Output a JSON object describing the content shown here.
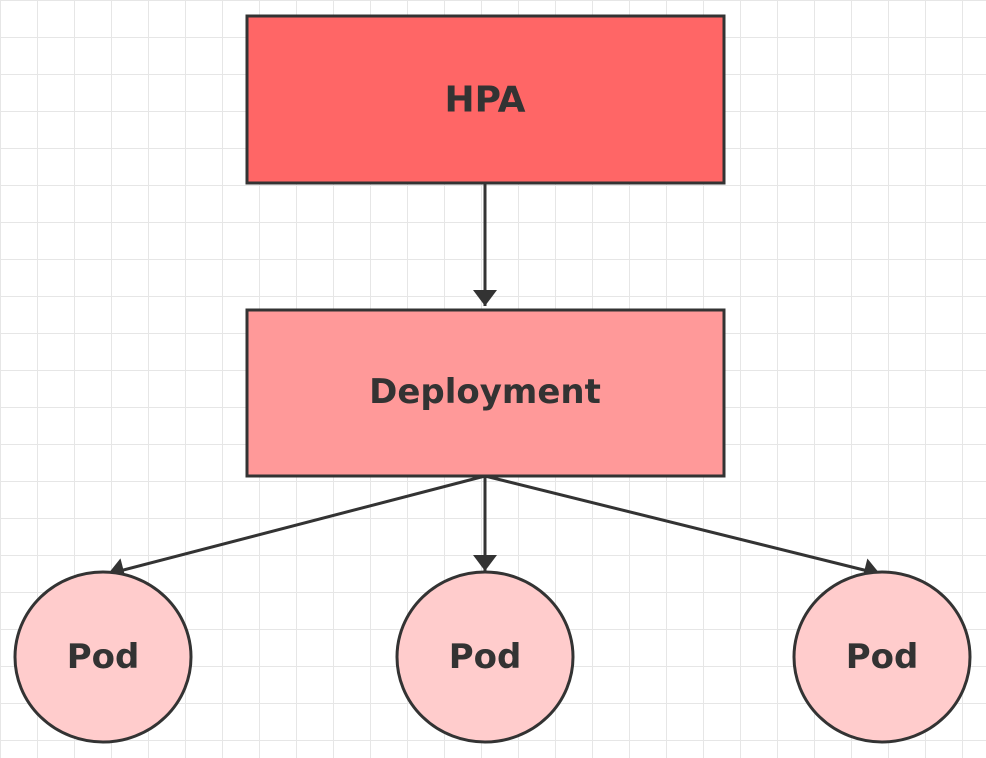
{
  "nodes": {
    "hpa": {
      "label": "HPA",
      "color": "#ff6666"
    },
    "deployment": {
      "label": "Deployment",
      "color": "#ff9999"
    },
    "pods": [
      {
        "label": "Pod",
        "color": "#ffcccc"
      },
      {
        "label": "Pod",
        "color": "#ffcccc"
      },
      {
        "label": "Pod",
        "color": "#ffcccc"
      }
    ]
  },
  "edges": [
    {
      "from": "HPA",
      "to": "Deployment"
    },
    {
      "from": "Deployment",
      "to": "Pod 1"
    },
    {
      "from": "Deployment",
      "to": "Pod 2"
    },
    {
      "from": "Deployment",
      "to": "Pod 3"
    }
  ],
  "colors": {
    "stroke": "#333333",
    "text": "#333333",
    "grid": "#e6e6e6"
  }
}
